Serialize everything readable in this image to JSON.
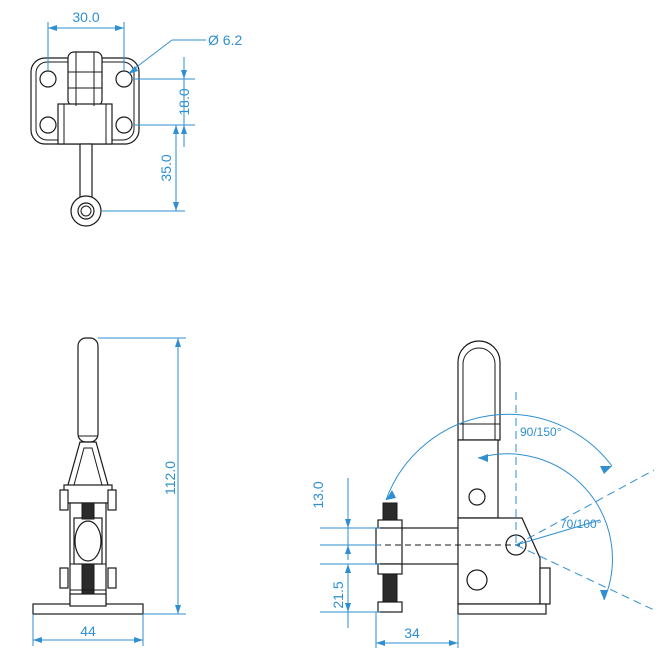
{
  "dimensions": {
    "top_width": "30.0",
    "hole_diameter": "Ø 6.2",
    "hole_spacing": "18.0",
    "handle_offset": "35.0",
    "overall_height": "112.0",
    "base_width": "44",
    "spindle_height": "13.0",
    "base_to_spindle": "21.5",
    "spindle_offset": "34",
    "angle_open": "90/150°",
    "angle_partial": "70/100°"
  }
}
